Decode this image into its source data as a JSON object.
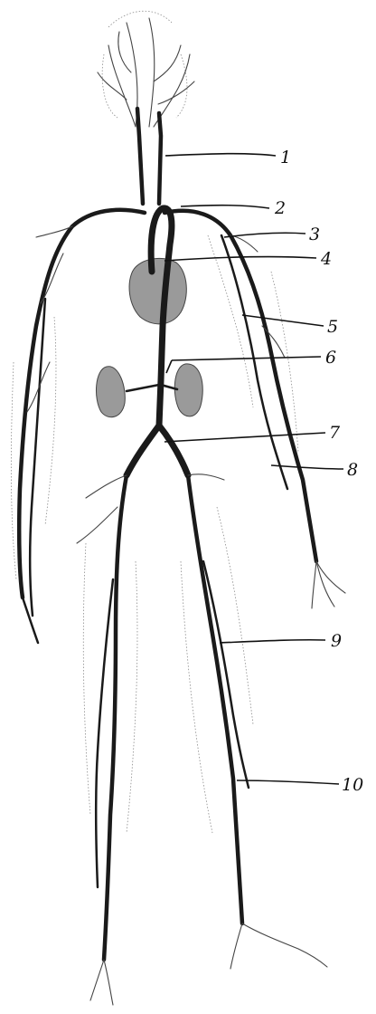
{
  "labels": [
    {
      "id": "label-1",
      "text": "1"
    },
    {
      "id": "label-2",
      "text": "2"
    },
    {
      "id": "label-3",
      "text": "3"
    },
    {
      "id": "label-4",
      "text": "4"
    },
    {
      "id": "label-5",
      "text": "5"
    },
    {
      "id": "label-6",
      "text": "6"
    },
    {
      "id": "label-7",
      "text": "7"
    },
    {
      "id": "label-8",
      "text": "8"
    },
    {
      "id": "label-9",
      "text": "9"
    },
    {
      "id": "label-10",
      "text": "10"
    }
  ],
  "colors": {
    "vessel": "#1a1a1a",
    "organ": "#9a9a9a",
    "background": "#ffffff"
  }
}
